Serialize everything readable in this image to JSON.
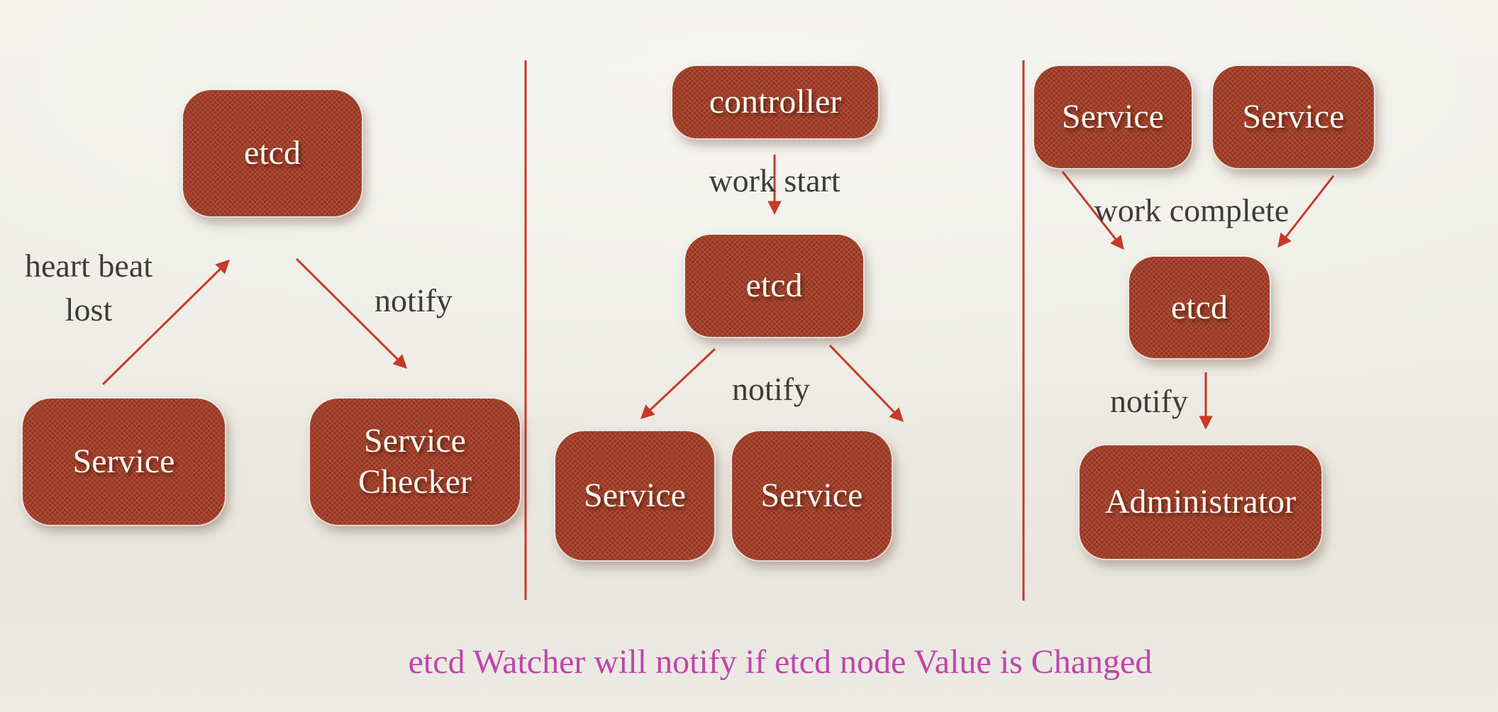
{
  "slide": {
    "panels": [
      {
        "id": "heartbeat-lost",
        "nodes": [
          {
            "id": "etcd",
            "label": "etcd"
          },
          {
            "id": "service",
            "label": "Service"
          },
          {
            "id": "service-checker",
            "label": "Service Checker"
          }
        ],
        "edge_labels": [
          {
            "id": "heart-beat-lost",
            "text": "heart beat lost"
          },
          {
            "id": "notify",
            "text": "notify"
          }
        ]
      },
      {
        "id": "work-start",
        "nodes": [
          {
            "id": "controller",
            "label": "controller"
          },
          {
            "id": "etcd",
            "label": "etcd"
          },
          {
            "id": "service-left",
            "label": "Service"
          },
          {
            "id": "service-right",
            "label": "Service"
          }
        ],
        "edge_labels": [
          {
            "id": "work-start",
            "text": "work start"
          },
          {
            "id": "notify",
            "text": "notify"
          }
        ]
      },
      {
        "id": "work-complete",
        "nodes": [
          {
            "id": "service-left",
            "label": "Service"
          },
          {
            "id": "service-right",
            "label": "Service"
          },
          {
            "id": "etcd",
            "label": "etcd"
          },
          {
            "id": "administrator",
            "label": "Administrator"
          }
        ],
        "edge_labels": [
          {
            "id": "work-complete",
            "text": "work complete"
          },
          {
            "id": "notify",
            "text": "notify"
          }
        ]
      }
    ],
    "caption": {
      "text": "etcd Watcher will notify if etcd node Value is Changed"
    },
    "colors": {
      "background": "#ecebe4",
      "box_fill": "#ae4a33",
      "box_text": "#fbf8f1",
      "label_text": "#3e3c39",
      "arrow": "#c63a28",
      "divider": "#c63a28",
      "caption": "#c144ad"
    }
  }
}
